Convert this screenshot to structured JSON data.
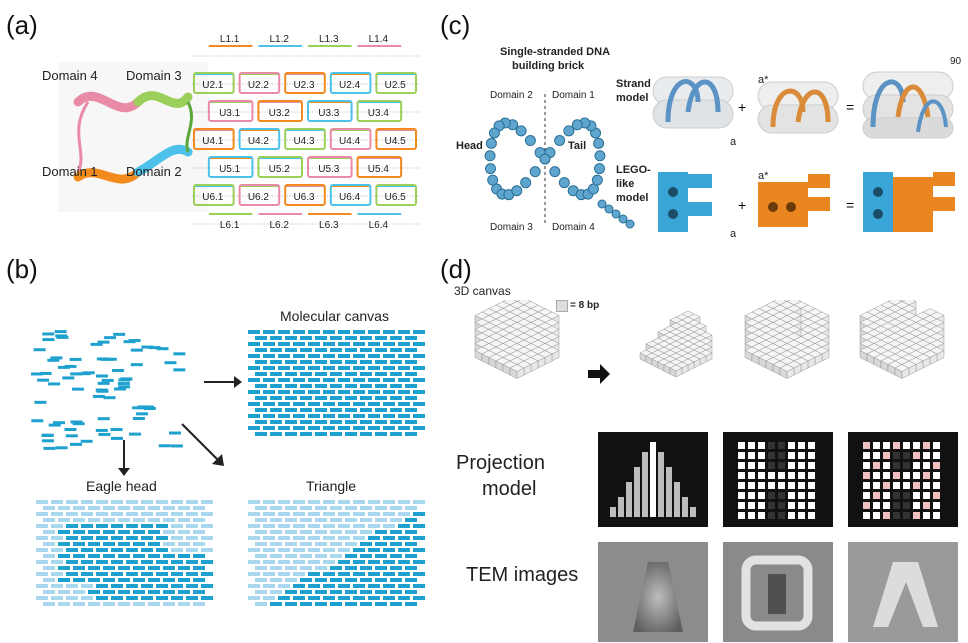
{
  "panels": {
    "a": {
      "label": "(a)",
      "domains": [
        "Domain 4",
        "Domain 3",
        "Domain 1",
        "Domain 2"
      ],
      "rows": [
        [
          "L1.1",
          "L1.2",
          "L1.3",
          "L1.4"
        ],
        [
          "U2.1",
          "U2.2",
          "U2.3",
          "U2.4",
          "U2.5"
        ],
        [
          "U3.1",
          "U3.2",
          "U3.3",
          "U3.4"
        ],
        [
          "U4.1",
          "U4.2",
          "U4.3",
          "U4.4",
          "U4.5"
        ],
        [
          "U5.1",
          "U5.2",
          "U5.3",
          "U5.4"
        ],
        [
          "U6.1",
          "U6.2",
          "U6.3",
          "U6.4",
          "U6.5"
        ],
        [
          "L6.1",
          "L6.2",
          "L6.3",
          "L6.4"
        ]
      ]
    },
    "b": {
      "label": "(b)",
      "molecular_canvas": "Molecular canvas",
      "eagle_head": "Eagle head",
      "triangle": "Triangle"
    },
    "c": {
      "label": "(c)",
      "title_line1": "Single-stranded DNA",
      "title_line2": "building brick",
      "domain2": "Domain 2",
      "domain1": "Domain 1",
      "domain3": "Domain 3",
      "domain4": "Domain 4",
      "head": "Head",
      "tail": "Tail",
      "strand_model_1": "Strand",
      "strand_model_2": "model",
      "lego_1": "LEGO-",
      "lego_2": "like",
      "lego_3": "model",
      "a": "a",
      "a_star": "a*",
      "plus": "+",
      "equals": "=",
      "angle": "90"
    },
    "d": {
      "label": "(d)",
      "canvas_label": "3D canvas",
      "bp_label": "= 8 bp",
      "projection_1": "Projection",
      "projection_2": "model",
      "tem": "TEM images"
    }
  },
  "colors": {
    "brick_blue": "#1fa1cf",
    "brick_light": "#a9d8ee",
    "lego_blue": "#3aa6d8",
    "lego_orange": "#e9861f",
    "strand_blue": "#5b93c4",
    "strand_orange": "#d98b3a"
  }
}
